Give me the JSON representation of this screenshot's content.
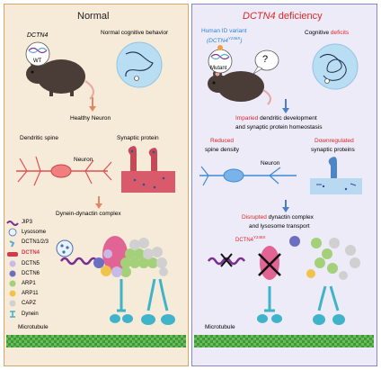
{
  "normal": {
    "title": "Normal",
    "gene": "DCTN4",
    "wt_label": "WT",
    "behavior": "Normal cognitive behavior",
    "neuron_title": "Healthy Neuron",
    "spine_label": "Dendritic spine",
    "protein_label": "Synaptic protein",
    "neuron_label": "Neuron",
    "complex_title": "Dynein-dynactin complex",
    "microtubule_label": "Microtubule"
  },
  "legend": [
    {
      "name": "JIP3",
      "color": "#7b2f8f"
    },
    {
      "name": "Lysosome",
      "color": "#4a6fb0"
    },
    {
      "name": "DCTN1/2/3",
      "color": "#5fa6d6"
    },
    {
      "name": "DCTN4",
      "color": "#d23a4a"
    },
    {
      "name": "DCTN5",
      "color": "#c8b9e6"
    },
    {
      "name": "DCTN6",
      "color": "#6a6fc2"
    },
    {
      "name": "ARP1",
      "color": "#a4d07a"
    },
    {
      "name": "ARP11",
      "color": "#f0c34a"
    },
    {
      "name": "CAPZ",
      "color": "#d0d0d0"
    },
    {
      "name": "Dynein",
      "color": "#3fb3c9"
    }
  ],
  "deficiency": {
    "title_a": "DCTN4",
    "title_b": " deficiency",
    "variant_line1": "Human ID variant",
    "variant_gene": "(DCTN4",
    "variant_sup": "Y246X",
    "variant_close": ")",
    "mutant_label": "Mutant",
    "question": "?",
    "cog_a": "Cognitive ",
    "cog_b": "deficits",
    "impaired_a": "Imparied",
    "impaired_b": " dendritic development",
    "impaired_line2": "and synaptic protein homeostasis",
    "reduced": "Reduced",
    "spine_density": "spine density",
    "downreg": "Downregulated",
    "syn_proteins": "synaptic proteins",
    "neuron_label": "Neuron",
    "disrupted_a": "Disrupted",
    "disrupted_b": " dynactin complex",
    "disrupted_line2": "and lysosome transport",
    "mutant_protein": "DCTN4",
    "mutant_sup": "Y246X",
    "microtubule_label": "Microtubule"
  },
  "colors": {
    "normal_bg": "#f6ead9",
    "deficiency_bg": "#ecebf7",
    "accent_red": "#e0262a",
    "accent_blue": "#2f86d8",
    "microtubule": "#4fae4a"
  }
}
